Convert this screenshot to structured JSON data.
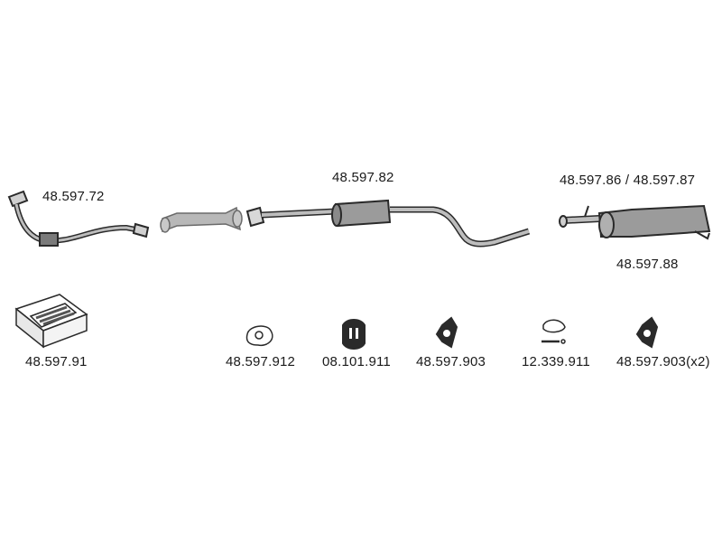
{
  "labels": {
    "front_pipe": "48.597.72",
    "middle_silencer": "48.597.82",
    "rear_silencer_pair": "48.597.86 / 48.597.87",
    "rear_silencer_tail": "48.597.88",
    "mounting_kit": "48.597.91",
    "gasket": "48.597.912",
    "rubber_mount": "08.101.911",
    "flange_gasket": "48.597.903",
    "clamp_bolt": "12.339.911",
    "flange_gasket_pair": "48.597.903(x2)"
  },
  "colors": {
    "part_fill": "#9b9b9b",
    "part_stroke": "#2a2a2a",
    "catalyst_fill": "#b8b8b8"
  }
}
